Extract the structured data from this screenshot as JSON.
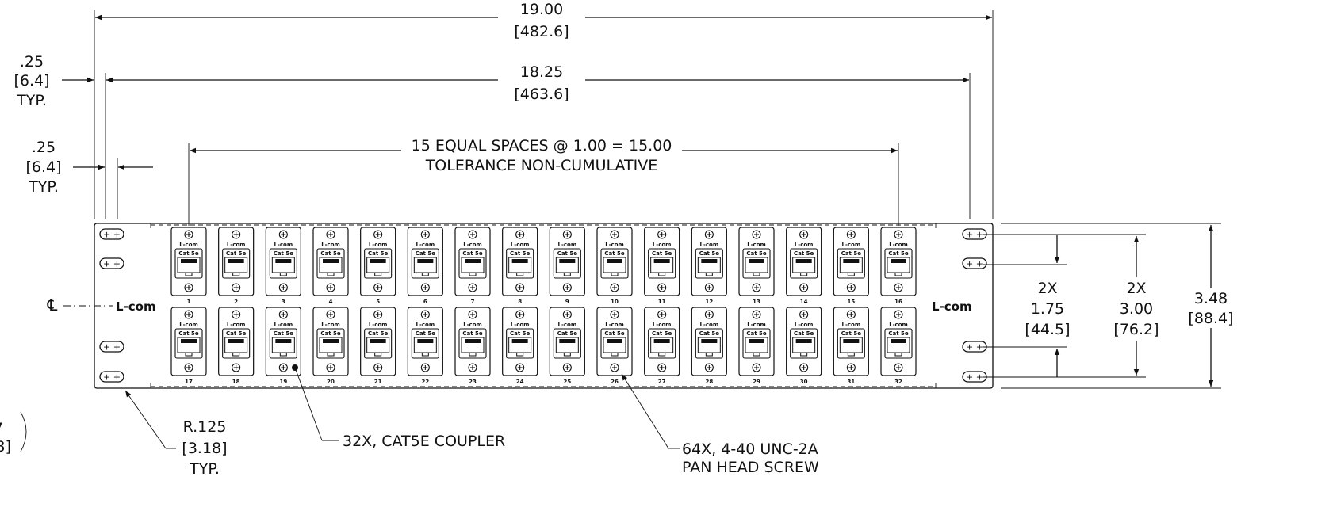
{
  "dimensions": {
    "overall_width": {
      "imperial": "19.00",
      "metric": "[482.6]"
    },
    "mount_width": {
      "imperial": "18.25",
      "metric": "[463.6]"
    },
    "edge_offset_top": {
      "imperial": ".25",
      "metric": "[6.4]",
      "note": "TYP."
    },
    "edge_offset_mid": {
      "imperial": ".25",
      "metric": "[6.4]",
      "note": "TYP."
    },
    "spacing": {
      "line1": "15 EQUAL SPACES @ 1.00 = 15.00",
      "line2": "TOLERANCE NON-CUMULATIVE"
    },
    "height_175": {
      "qty": "2X",
      "imperial": "1.75",
      "metric": "[44.5]"
    },
    "height_300": {
      "qty": "2X",
      "imperial": "3.00",
      "metric": "[76.2]"
    },
    "height_348": {
      "imperial": "3.48",
      "metric": "[88.4]"
    },
    "corner_radius": {
      "imperial": "R.125",
      "metric": "[3.18]",
      "note": "TYP."
    },
    "partial_left": {
      "line1": "7",
      "line2": "3]"
    }
  },
  "callouts": {
    "coupler": "32X, CAT5E COUPLER",
    "screw_line1": "64X, 4-40 UNC-2A",
    "screw_line2": "PAN HEAD SCREW"
  },
  "centerline_symbol": "℄",
  "brand_logo": "L-com",
  "jack_label": "Cat 5e",
  "ports_top": [
    "1",
    "2",
    "3",
    "4",
    "5",
    "6",
    "7",
    "8",
    "9",
    "10",
    "11",
    "12",
    "13",
    "14",
    "15",
    "16"
  ],
  "ports_bottom": [
    "17",
    "18",
    "19",
    "20",
    "21",
    "22",
    "23",
    "24",
    "25",
    "26",
    "27",
    "28",
    "29",
    "30",
    "31",
    "32"
  ]
}
